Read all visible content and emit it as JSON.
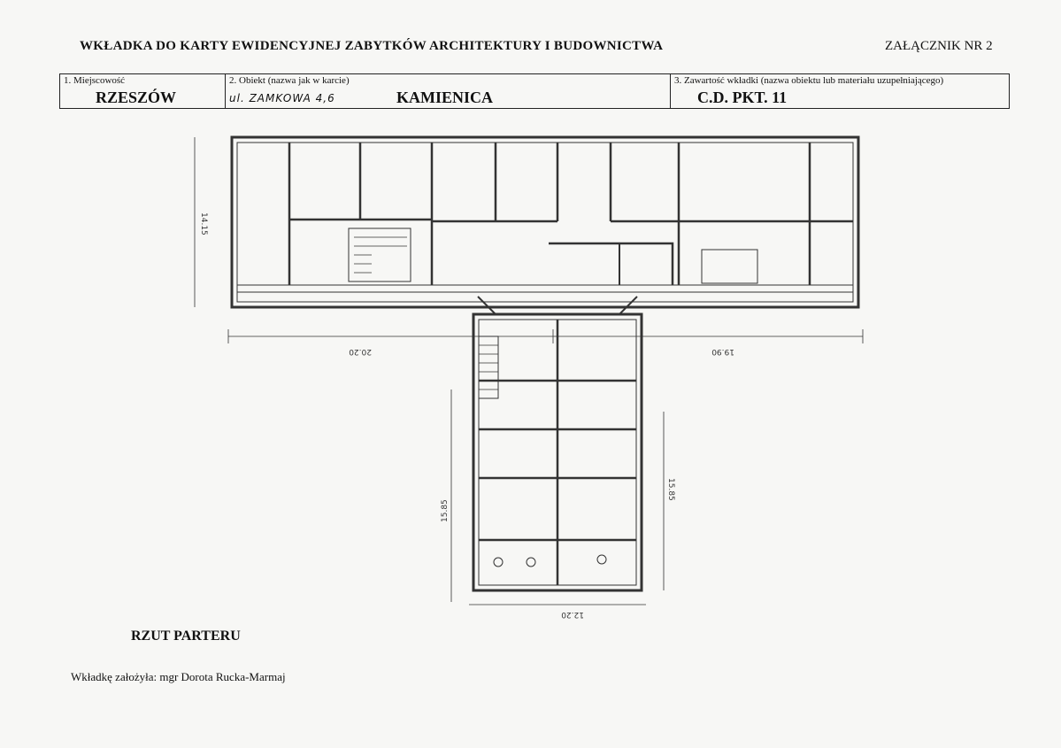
{
  "header": {
    "title": "WKŁADKA DO KARTY EWIDENCYJNEJ ZABYTKÓW ARCHITEKTURY I BUDOWNICTWA",
    "attachment": "ZAŁĄCZNIK NR 2"
  },
  "fields": {
    "locality": {
      "label": "1. Miejscowość",
      "value": "RZESZÓW"
    },
    "object": {
      "label": "2. Obiekt (nazwa jak w karcie)",
      "handwritten": "ul. ZAMKOWA 4,6",
      "value": "KAMIENICA"
    },
    "content": {
      "label": "3. Zawartość wkładki (nazwa obiektu lub materiału uzupełniającego)",
      "value": "C.D. PKT. 11"
    }
  },
  "plan": {
    "dims": {
      "left_height": "14.15",
      "left_width": "20.20",
      "right_width": "19.90",
      "wing_left": "15.85",
      "wing_right": "15.85",
      "wing_width": "12.20"
    }
  },
  "caption": "RZUT PARTERU",
  "author": "Wkładkę założyła: mgr Dorota Rucka-Marmaj"
}
